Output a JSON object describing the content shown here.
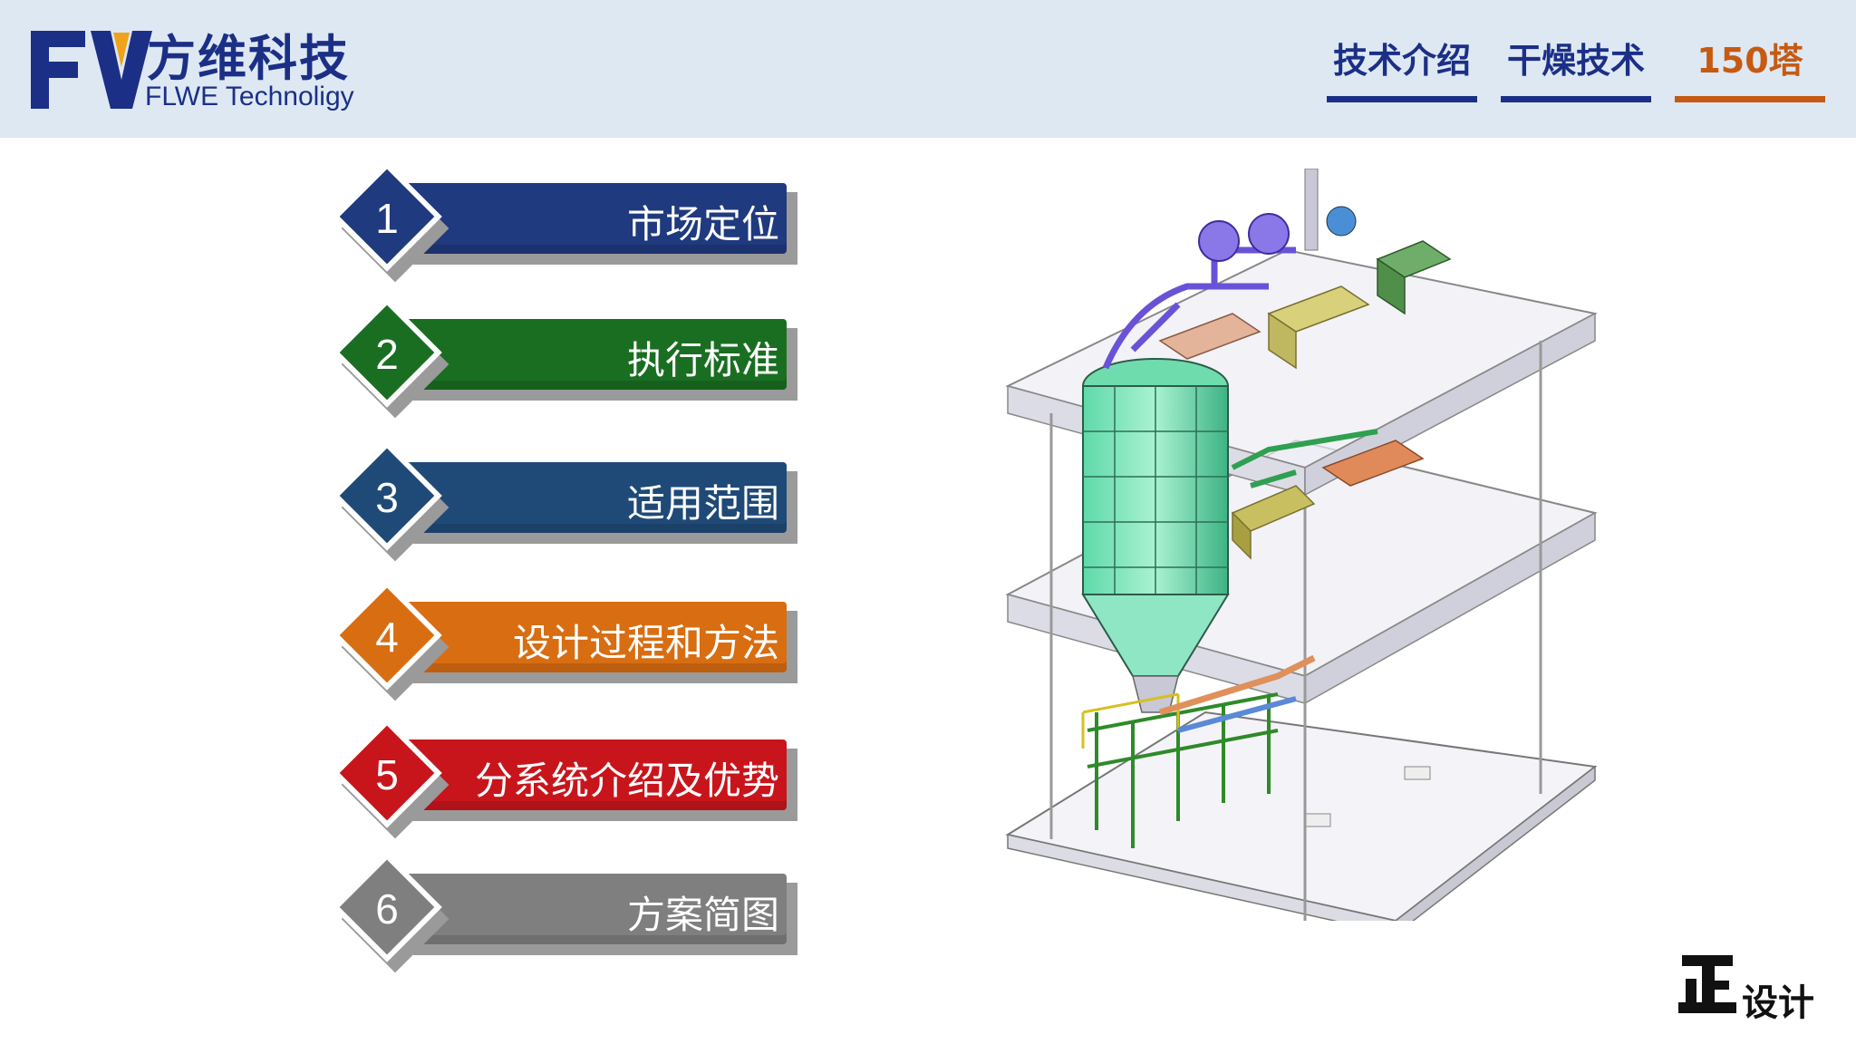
{
  "brand": {
    "name_cn": "方维科技",
    "name_en": "FLWE Technoligy",
    "primary_color": "#1c2f86"
  },
  "nav": [
    {
      "label": "技术介绍",
      "active": false
    },
    {
      "label": "干燥技术",
      "active": false
    },
    {
      "label": "150塔",
      "active": true
    }
  ],
  "menu": [
    {
      "num": "1",
      "label": "市场定位",
      "color": "#1f3a7e"
    },
    {
      "num": "2",
      "label": "执行标准",
      "color": "#1a6e22"
    },
    {
      "num": "3",
      "label": "适用范围",
      "color": "#1f4a78"
    },
    {
      "num": "4",
      "label": "设计过程和方法",
      "color": "#d86d12"
    },
    {
      "num": "5",
      "label": "分系统介绍及优势",
      "color": "#c8151c"
    },
    {
      "num": "6",
      "label": "方案简图",
      "color": "#7f7f7f"
    }
  ],
  "footer_logo": {
    "text": "设计"
  }
}
